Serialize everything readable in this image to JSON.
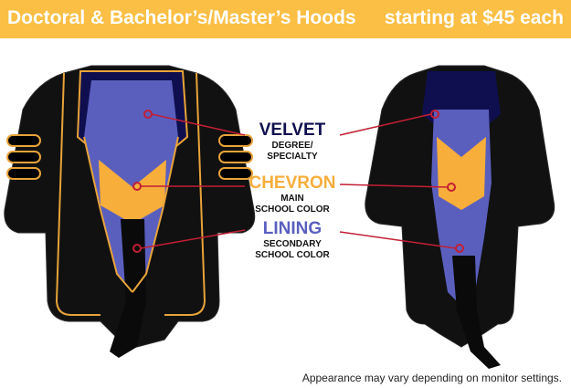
{
  "banner": {
    "title": "Doctoral & Bachelor’s/Master’s Hoods",
    "price": "starting at $45 each"
  },
  "labels": {
    "velvet": {
      "main": "VELVET",
      "sub1": "DEGREE/",
      "sub2": "SPECIALTY"
    },
    "chevron": {
      "main": "CHEVRON",
      "sub1": "MAIN",
      "sub2": "SCHOOL COLOR"
    },
    "lining": {
      "main": "LINING",
      "sub1": "SECONDARY",
      "sub2": "SCHOOL COLOR"
    }
  },
  "footnote": "Appearance may vary depending on monitor settings.",
  "colors": {
    "banner": "#fbbf45",
    "velvet": "#0f0f4f",
    "chevron": "#f7ae3b",
    "lining": "#5a5fbe",
    "gown": "#111111",
    "piping": "#e8a33a",
    "pointer": "#c21f34"
  },
  "illustrations": [
    "doctoral-hood-on-gown",
    "bachelor-master-hood-on-gown"
  ]
}
